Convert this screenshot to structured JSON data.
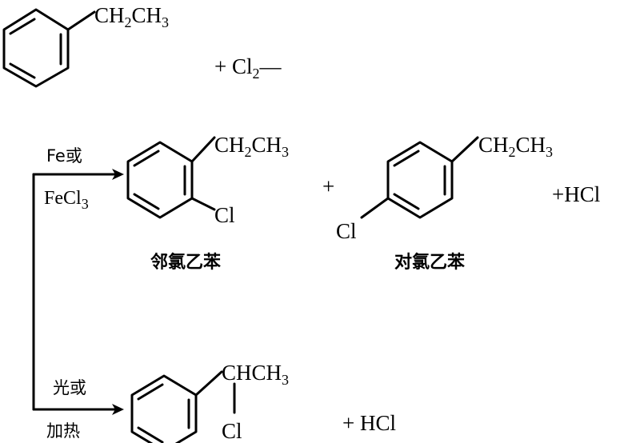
{
  "reactant": {
    "group": [
      "CH",
      "2",
      "CH",
      "3"
    ]
  },
  "reagent": {
    "plus": "+ Cl",
    "sub": "2",
    "dash": "—"
  },
  "condition_top": {
    "line1": "Fe或",
    "line2_main": "FeCl",
    "line2_sub": "3"
  },
  "condition_bottom": {
    "line1": "光或",
    "line2": "加热"
  },
  "ortho_product": {
    "group": [
      "CH",
      "2",
      "CH",
      "3"
    ],
    "cl": "Cl",
    "name": "邻氯乙苯"
  },
  "plus": "+",
  "para_product": {
    "group": [
      "CH",
      "2",
      "CH",
      "3"
    ],
    "cl": "Cl",
    "name": "对氯乙苯"
  },
  "hcl_top": "+HCl",
  "side_product": {
    "group": "CHCH",
    "sub": "3",
    "cl": "Cl"
  },
  "hcl_bottom": "+ HCl"
}
